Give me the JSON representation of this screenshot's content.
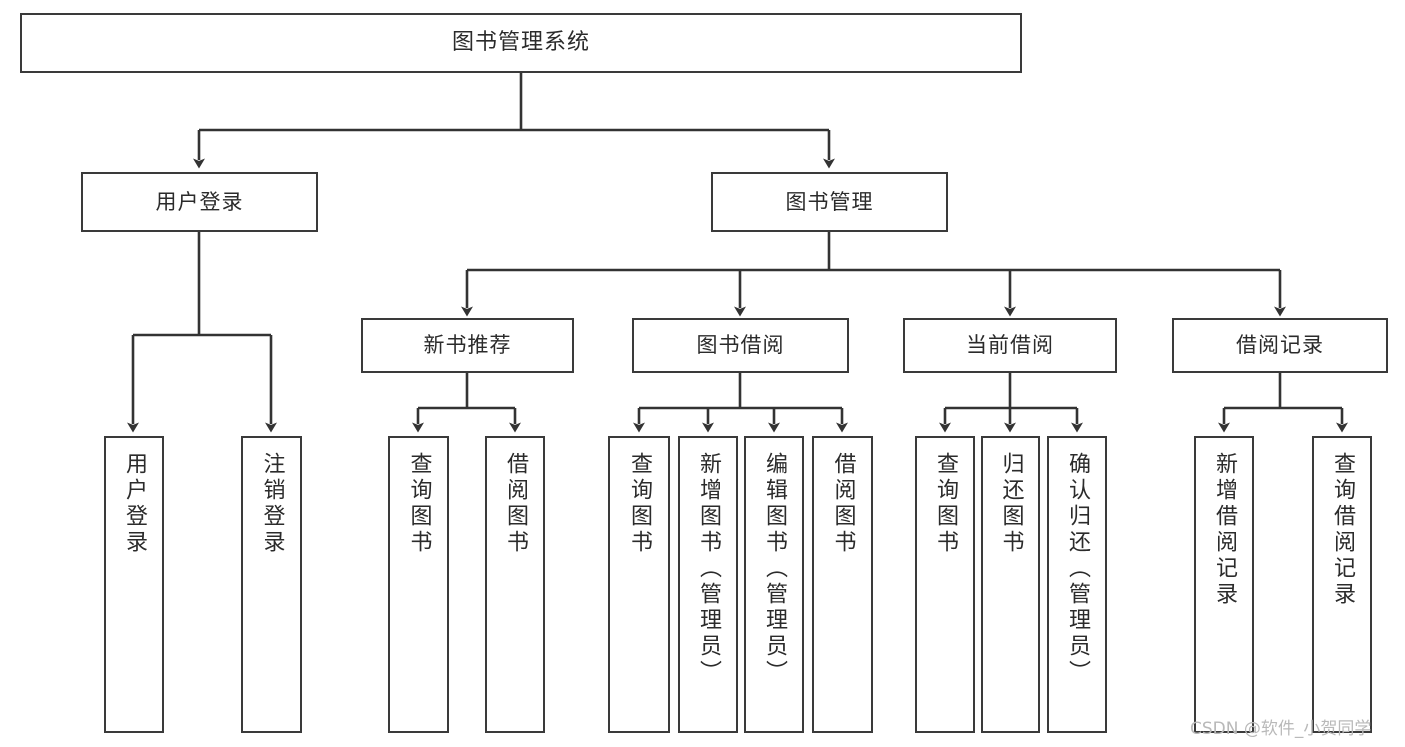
{
  "diagram": {
    "title": "图书管理系统",
    "type": "tree",
    "colors": {
      "background": "#ffffff",
      "box_border": "#3a3a3a",
      "box_fill": "#ffffff",
      "text": "#2b2b2b",
      "connector": "#333333",
      "watermark": "#b9b9b9"
    },
    "root": {
      "label": "图书管理系统"
    },
    "level2": [
      {
        "label": "用户登录"
      },
      {
        "label": "图书管理"
      }
    ],
    "level3": [
      {
        "label": "新书推荐"
      },
      {
        "label": "图书借阅"
      },
      {
        "label": "当前借阅"
      },
      {
        "label": "借阅记录"
      }
    ],
    "leaves": {
      "user_login": [
        {
          "label": "用户登录"
        },
        {
          "label": "注销登录"
        }
      ],
      "new_book_recommend": [
        {
          "label": "查询图书"
        },
        {
          "label": "借阅图书"
        }
      ],
      "book_borrow": [
        {
          "label": "查询图书"
        },
        {
          "label": "新增图书（管理员）"
        },
        {
          "label": "编辑图书（管理员）"
        },
        {
          "label": "借阅图书"
        }
      ],
      "current_borrow": [
        {
          "label": "查询图书"
        },
        {
          "label": "归还图书"
        },
        {
          "label": "确认归还（管理员）"
        }
      ],
      "borrow_record": [
        {
          "label": "新增借阅记录"
        },
        {
          "label": "查询借阅记录"
        }
      ]
    }
  },
  "watermark": {
    "text": "CSDN @软件_小贺同学"
  }
}
